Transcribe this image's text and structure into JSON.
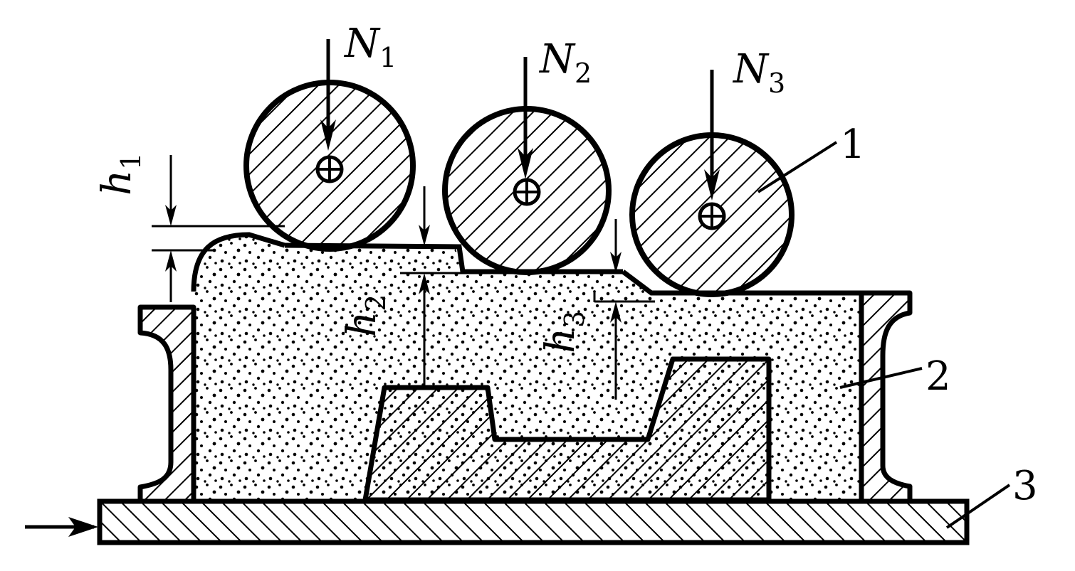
{
  "forces": [
    {
      "symbol": "N",
      "subscript": "1"
    },
    {
      "symbol": "N",
      "subscript": "2"
    },
    {
      "symbol": "N",
      "subscript": "3"
    }
  ],
  "heights": [
    {
      "symbol": "h",
      "subscript": "1"
    },
    {
      "symbol": "h",
      "subscript": "2"
    },
    {
      "symbol": "h",
      "subscript": "3"
    }
  ],
  "parts": [
    "1",
    "2",
    "3"
  ],
  "colors": {
    "ink": "#000000",
    "paper": "#ffffff"
  }
}
